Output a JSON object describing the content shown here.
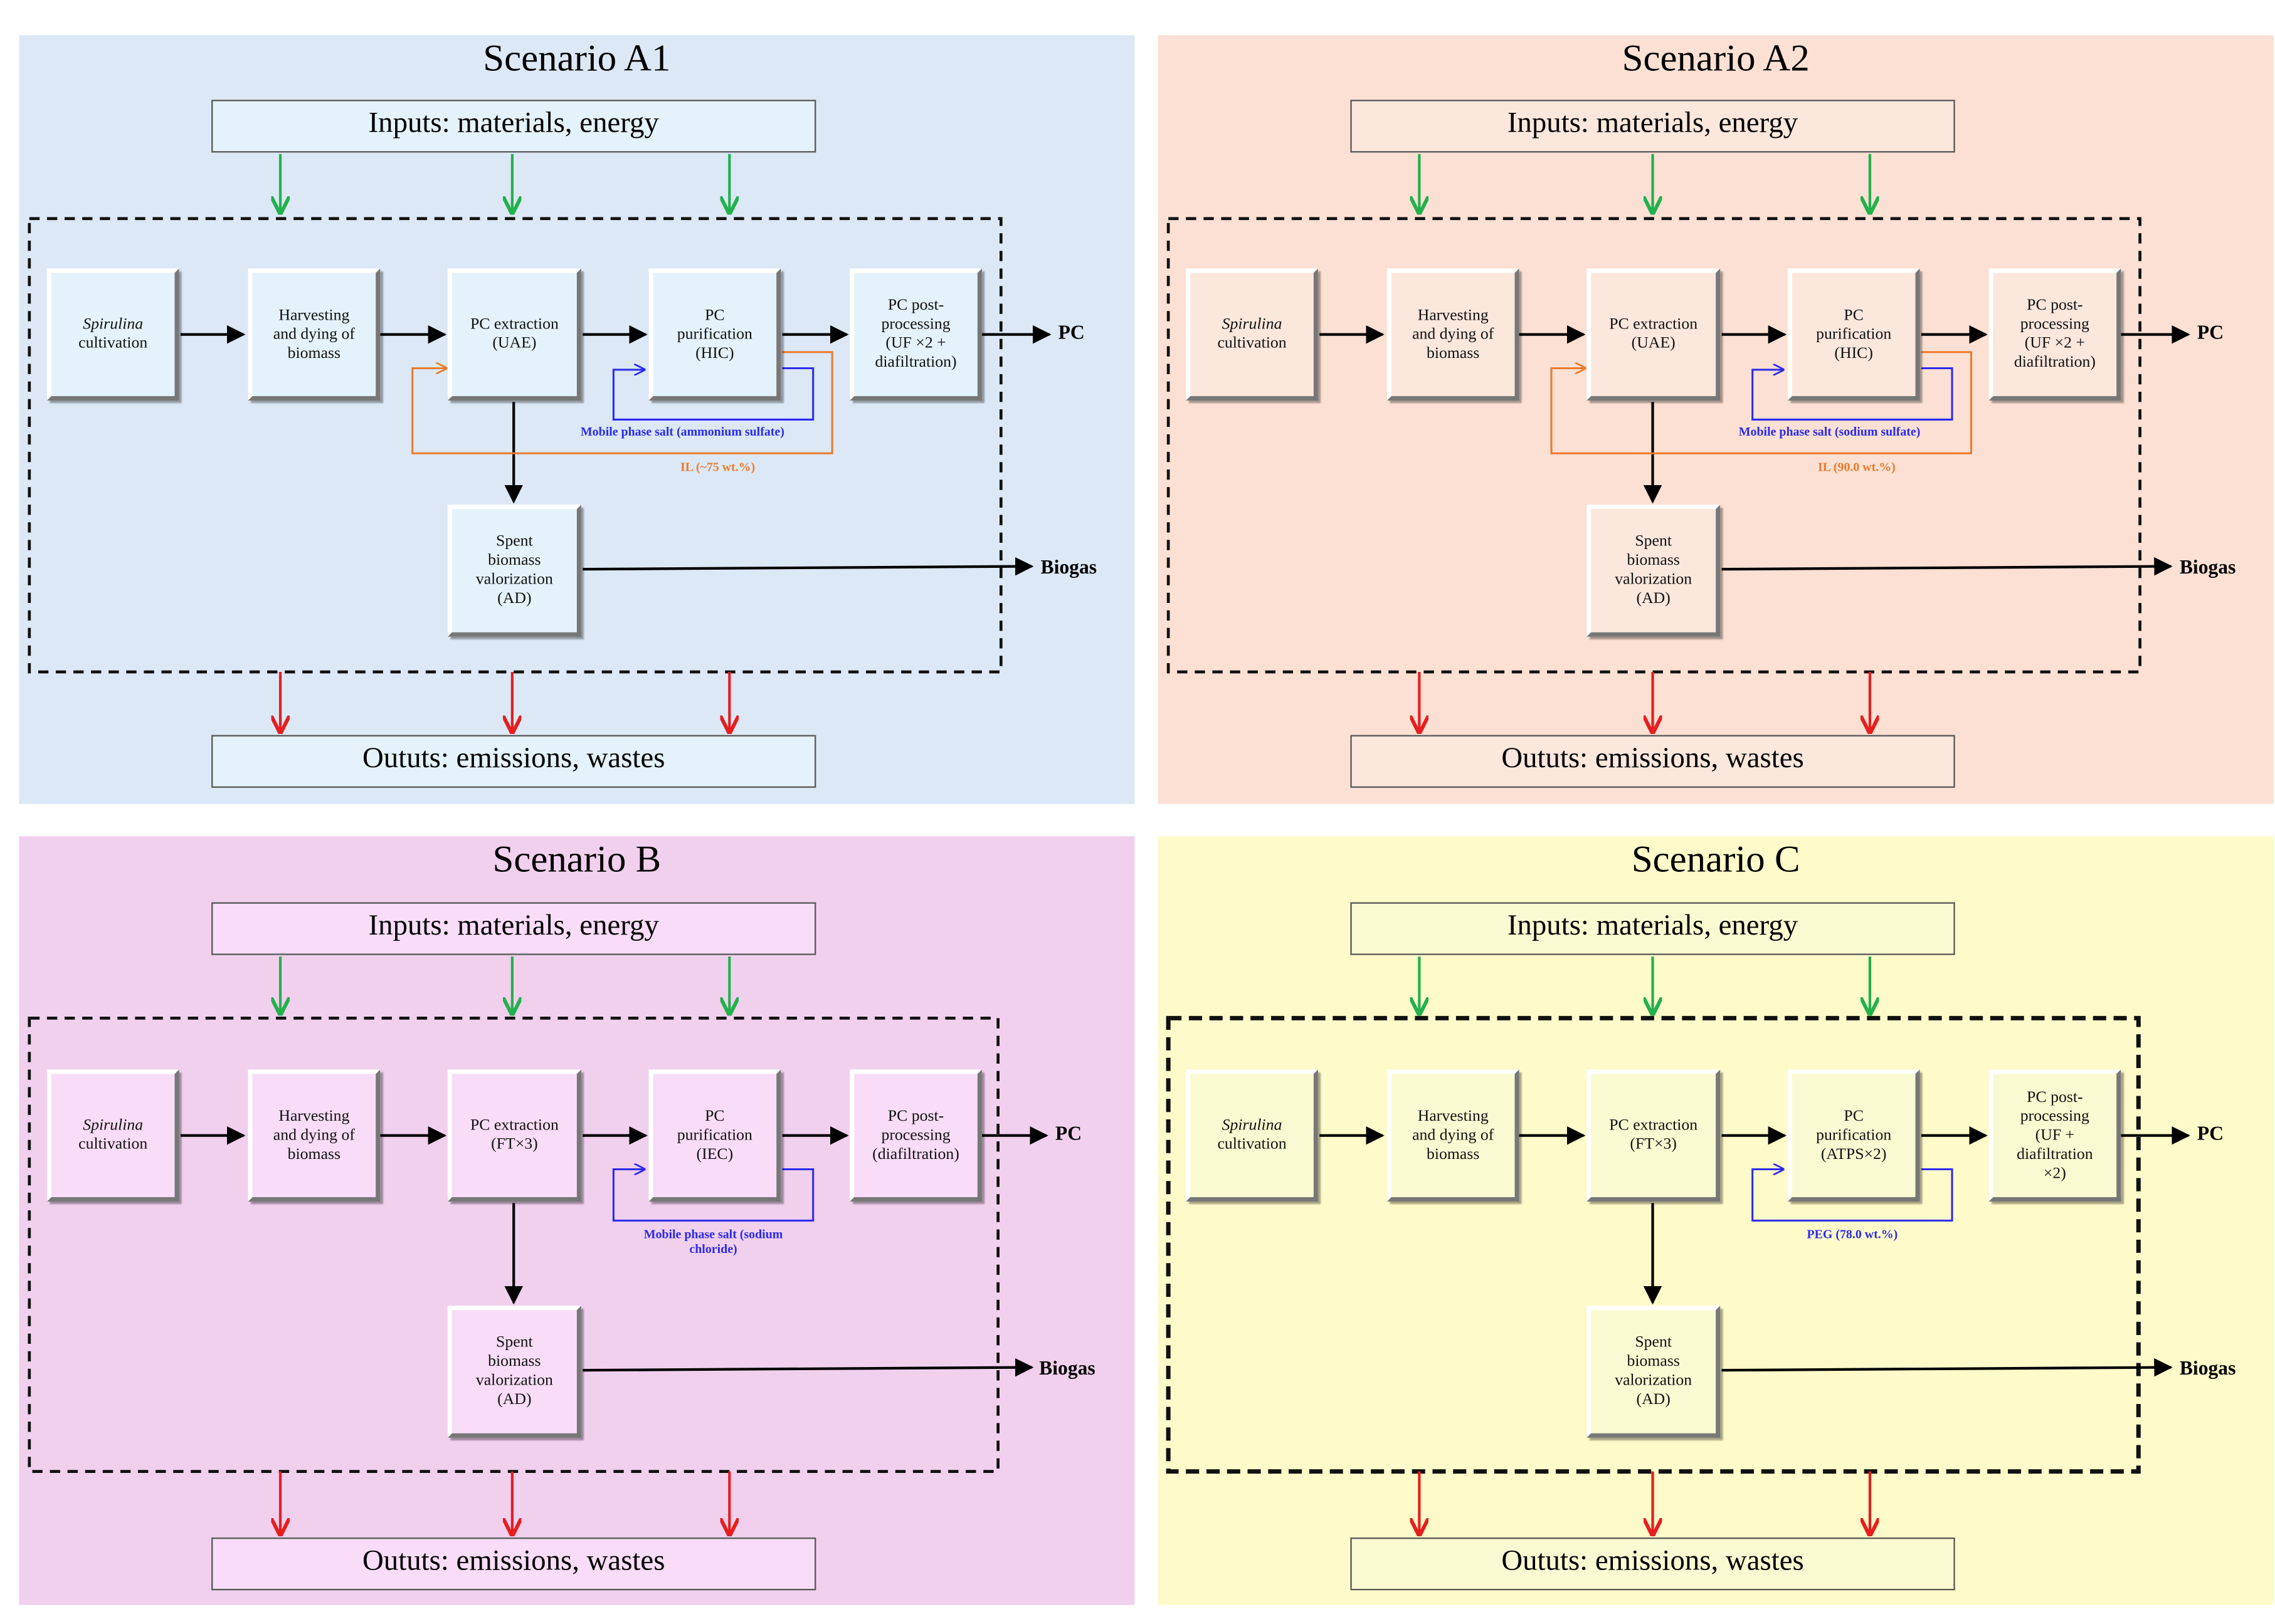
{
  "colors": {
    "A1_bg": "#dce8f5",
    "A1_box": "#e4f2fb",
    "A2_bg": "#fbe0d3",
    "A2_box": "#fbe7dc",
    "B_bg": "#f1d0ee",
    "B_box": "#f9dcf7",
    "C_bg": "#fefac9",
    "C_box": "#fafad2",
    "input_arrow": "#22b14c",
    "output_arrow": "#e61e1e",
    "salt_loop": "#2a2aef",
    "il_loop": "#ec7a2b"
  },
  "scenarios": [
    {
      "id": "A1",
      "title": "Scenario A1",
      "inputs": "Inputs: materials, energy",
      "outputs": "Oututs: emissions, wastes",
      "steps": {
        "cultivation_italic": "Spirulina",
        "cultivation_rest": "cultivation",
        "harvest": "Harvesting\nand dying of\nbiomass",
        "extraction": "PC extraction\n(UAE)",
        "purification": "PC\npurification\n(HIC)",
        "post": "PC post-\nprocessing\n(UF ×2 +\ndiafiltration)",
        "spent": "Spent\nbiomass\nvalorization\n(AD)"
      },
      "product_label": "PC",
      "biogas_label": "Biogas",
      "salt_note": "Mobile phase salt (ammonium sulfate)",
      "il_note": "IL (~75 wt.%)"
    },
    {
      "id": "A2",
      "title": "Scenario A2",
      "inputs": "Inputs: materials, energy",
      "outputs": "Oututs: emissions, wastes",
      "steps": {
        "cultivation_italic": "Spirulina",
        "cultivation_rest": "cultivation",
        "harvest": "Harvesting\nand dying of\nbiomass",
        "extraction": "PC extraction\n(UAE)",
        "purification": "PC\npurification\n(HIC)",
        "post": "PC post-\nprocessing\n(UF ×2 +\ndiafiltration)",
        "spent": "Spent\nbiomass\nvalorization\n(AD)"
      },
      "product_label": "PC",
      "biogas_label": "Biogas",
      "salt_note": "Mobile phase salt (sodium sulfate)",
      "il_note": "IL (90.0 wt.%)"
    },
    {
      "id": "B",
      "title": "Scenario B",
      "inputs": "Inputs: materials, energy",
      "outputs": "Oututs: emissions, wastes",
      "steps": {
        "cultivation_italic": "Spirulina",
        "cultivation_rest": "cultivation",
        "harvest": "Harvesting\nand dying of\nbiomass",
        "extraction": "PC extraction\n(FT×3)",
        "purification": "PC\npurification\n(IEC)",
        "post": "PC post-\nprocessing\n(diafiltration)",
        "spent": "Spent\nbiomass\nvalorization\n(AD)"
      },
      "product_label": "PC",
      "biogas_label": "Biogas",
      "salt_note": "Mobile phase salt (sodium\nchloride)"
    },
    {
      "id": "C",
      "title": "Scenario C",
      "inputs": "Inputs: materials, energy",
      "outputs": "Oututs: emissions, wastes",
      "steps": {
        "cultivation_italic": "Spirulina",
        "cultivation_rest": "cultivation",
        "harvest": "Harvesting\nand dying of\nbiomass",
        "extraction": "PC extraction\n(FT×3)",
        "purification": "PC\npurification\n(ATPS×2)",
        "post": "PC post-\nprocessing\n(UF +\ndiafiltration\n×2)",
        "spent": "Spent\nbiomass\nvalorization\n(AD)"
      },
      "product_label": "PC",
      "biogas_label": "Biogas",
      "salt_note": "PEG (78.0 wt.%)"
    }
  ]
}
